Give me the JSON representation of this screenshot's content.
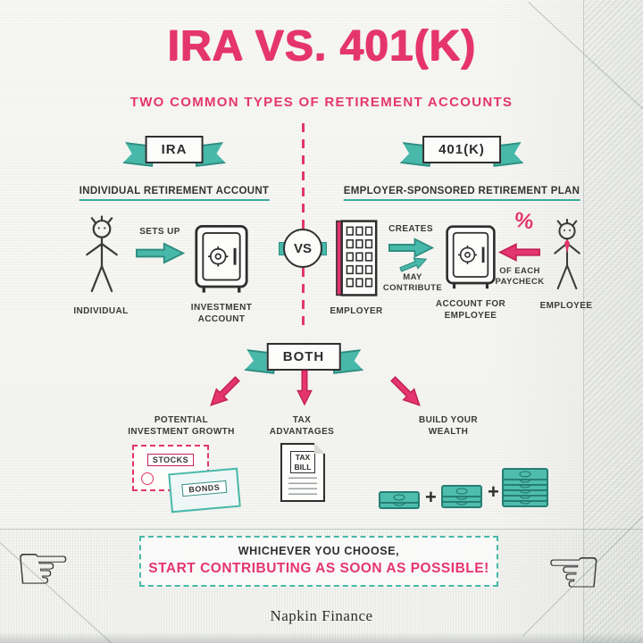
{
  "colors": {
    "pink": "#e5356f",
    "teal": "#47b8a9",
    "ink": "#2e2e2e",
    "paper": "#f7f7f4"
  },
  "header": {
    "title": "IRA VS. 401(K)",
    "subtitle": "TWO COMMON TYPES OF RETIREMENT ACCOUNTS"
  },
  "ira": {
    "banner": "IRA",
    "heading": "INDIVIDUAL RETIREMENT ACCOUNT",
    "individual_label": "INDIVIDUAL",
    "sets_up_label": "SETS UP",
    "account_line1": "INVESTMENT",
    "account_line2": "ACCOUNT"
  },
  "versus_label": "VS",
  "k401": {
    "banner": "401(K)",
    "heading": "EMPLOYER-SPONSORED RETIREMENT PLAN",
    "employer_label": "EMPLOYER",
    "creates_label": "CREATES",
    "contribute_line1": "MAY",
    "contribute_line2": "CONTRIBUTE",
    "account_line1": "ACCOUNT FOR",
    "account_line2": "EMPLOYEE",
    "percent_sign": "%",
    "paycheck_line1": "OF EACH",
    "paycheck_line2": "PAYCHECK",
    "employee_label": "EMPLOYEE"
  },
  "both": {
    "banner": "BOTH",
    "benefits": [
      {
        "line1": "POTENTIAL",
        "line2": "INVESTMENT GROWTH"
      },
      {
        "line1": "TAX",
        "line2": "ADVANTAGES"
      },
      {
        "line1": "BUILD YOUR",
        "line2": "WEALTH"
      }
    ],
    "stocks_label": "STOCKS",
    "bonds_label": "BONDS",
    "tax_line1": "TAX",
    "tax_line2": "BILL"
  },
  "icons": {
    "plus": "+",
    "pointing_hand_right": "☞",
    "pointing_hand_left": "☜"
  },
  "footer": {
    "line1": "WHICHEVER YOU CHOOSE,",
    "line2": "START CONTRIBUTING AS SOON AS POSSIBLE!",
    "brand": "Napkin Finance"
  }
}
